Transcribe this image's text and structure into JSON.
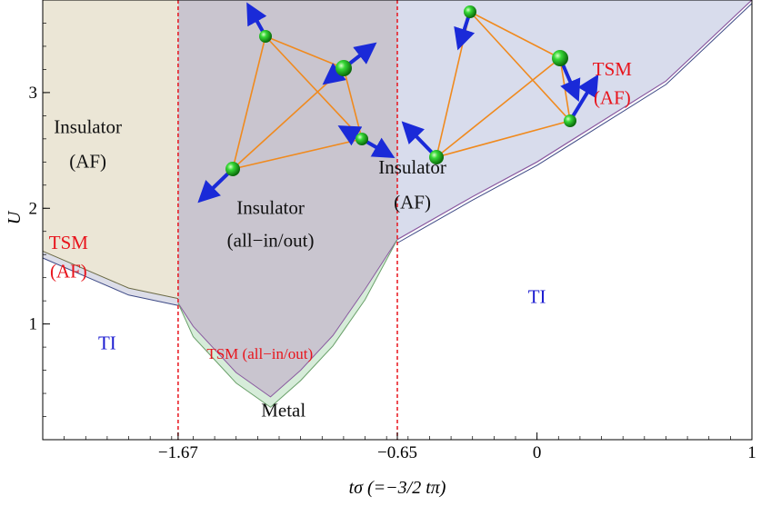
{
  "chart_data": {
    "type": "area",
    "title": "",
    "xlabel": "tσ (=−3/2 tπ)",
    "ylabel": "U",
    "xlim": [
      -2.3,
      1.0
    ],
    "ylim": [
      0.0,
      3.8
    ],
    "x_ticks": [
      {
        "value": -1.67,
        "label": "−1.67"
      },
      {
        "value": -0.65,
        "label": "−0.65"
      },
      {
        "value": 0,
        "label": "0"
      },
      {
        "value": 1,
        "label": "1"
      }
    ],
    "y_ticks": [
      {
        "value": 1,
        "label": "1"
      },
      {
        "value": 2,
        "label": "2"
      },
      {
        "value": 3,
        "label": "3"
      }
    ],
    "vertical_dashed_lines": [
      -1.67,
      -0.65
    ],
    "colors": {
      "af_left": "#ebe6d6",
      "all_in_out": "#c9c5cf",
      "af_right": "#d8dcec",
      "tsm_band_left": "#dcdde8",
      "metal_band": "#d6ecd9",
      "boundary_blue": "#3e4a86",
      "boundary_purple": "#8a5aa0",
      "dashed": "#e8141c",
      "bond": "#f08a1e",
      "atom": "#2fd02f",
      "spin_arrow": "#1a2ad8"
    },
    "series": [
      {
        "name": "Insulator (AF) left",
        "x": [
          -2.3,
          -2.1,
          -1.9,
          -1.67
        ],
        "y": [
          1.63,
          1.47,
          1.31,
          1.22
        ]
      },
      {
        "name": "Insulator (all-in/out)",
        "x": [
          -1.67,
          -1.6,
          -1.5,
          -1.4,
          -1.24,
          -1.1,
          -0.95,
          -0.8,
          -0.65
        ],
        "y": [
          1.18,
          0.98,
          0.78,
          0.58,
          0.37,
          0.6,
          0.9,
          1.3,
          1.73
        ]
      },
      {
        "name": "Insulator (AF) right",
        "x": [
          -0.65,
          -0.3,
          0.0,
          0.3,
          0.6,
          1.0
        ],
        "y": [
          1.73,
          2.1,
          2.4,
          2.75,
          3.1,
          3.8
        ]
      }
    ],
    "annotations": [
      {
        "text": "Insulator",
        "x": -2.09,
        "y": 2.65,
        "color": "black"
      },
      {
        "text": "(AF)",
        "x": -2.09,
        "y": 2.35,
        "color": "black"
      },
      {
        "text": "Insulator",
        "x": -1.24,
        "y": 1.95,
        "color": "black"
      },
      {
        "text": "(all−in/out)",
        "x": -1.24,
        "y": 1.67,
        "color": "black"
      },
      {
        "text": "Insulator",
        "x": -0.58,
        "y": 2.3,
        "color": "black"
      },
      {
        "text": "(AF)",
        "x": -0.58,
        "y": 2.0,
        "color": "black"
      },
      {
        "text": "TSM",
        "x": 0.35,
        "y": 3.15,
        "color": "red"
      },
      {
        "text": "(AF)",
        "x": 0.35,
        "y": 2.9,
        "color": "red"
      },
      {
        "text": "TSM",
        "x": -2.18,
        "y": 1.65,
        "color": "red"
      },
      {
        "text": "(AF)",
        "x": -2.18,
        "y": 1.4,
        "color": "red"
      },
      {
        "text": "TSM (all−in/out)",
        "x": -1.29,
        "y": 0.7,
        "color": "red"
      },
      {
        "text": "Metal",
        "x": -1.18,
        "y": 0.2,
        "color": "black"
      },
      {
        "text": "TI",
        "x": -2.0,
        "y": 0.78,
        "color": "blue"
      },
      {
        "text": "TI",
        "x": 0.0,
        "y": 1.18,
        "color": "blue"
      }
    ]
  }
}
